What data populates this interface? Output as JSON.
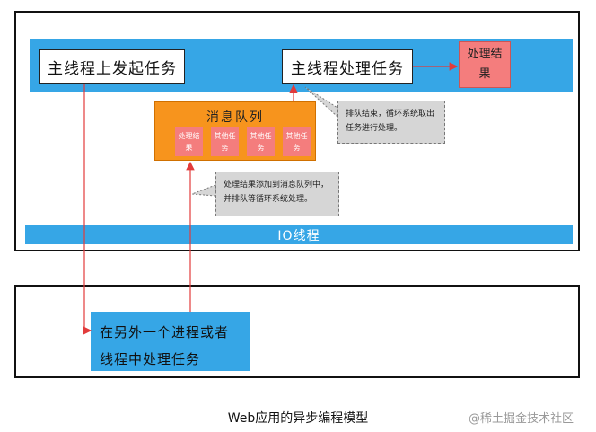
{
  "diagram": {
    "main_start_task": "主线程上发起任务",
    "main_process_task": "主线程处理任务",
    "process_result": "处理结果",
    "queue": {
      "title": "消息队列",
      "items": [
        "处理结果",
        "其他任务",
        "其他任务",
        "其他任务"
      ]
    },
    "callout_top": "排队结束，循环系统取出任务进行处理。",
    "callout_bottom": "处理结果添加到消息队列中，并排队等循环系统处理。",
    "io_thread": "IO线程",
    "other_process": "在另外一个进程或者线程中处理任务",
    "caption": "Web应用的异步编程模型",
    "watermark": "@稀土掘金技术社区"
  },
  "colors": {
    "band": "#36a6e6",
    "queue": "#f7941d",
    "red_box": "#f47d7d",
    "arrow": "#e23b3b",
    "callout": "#d6d6d6"
  }
}
